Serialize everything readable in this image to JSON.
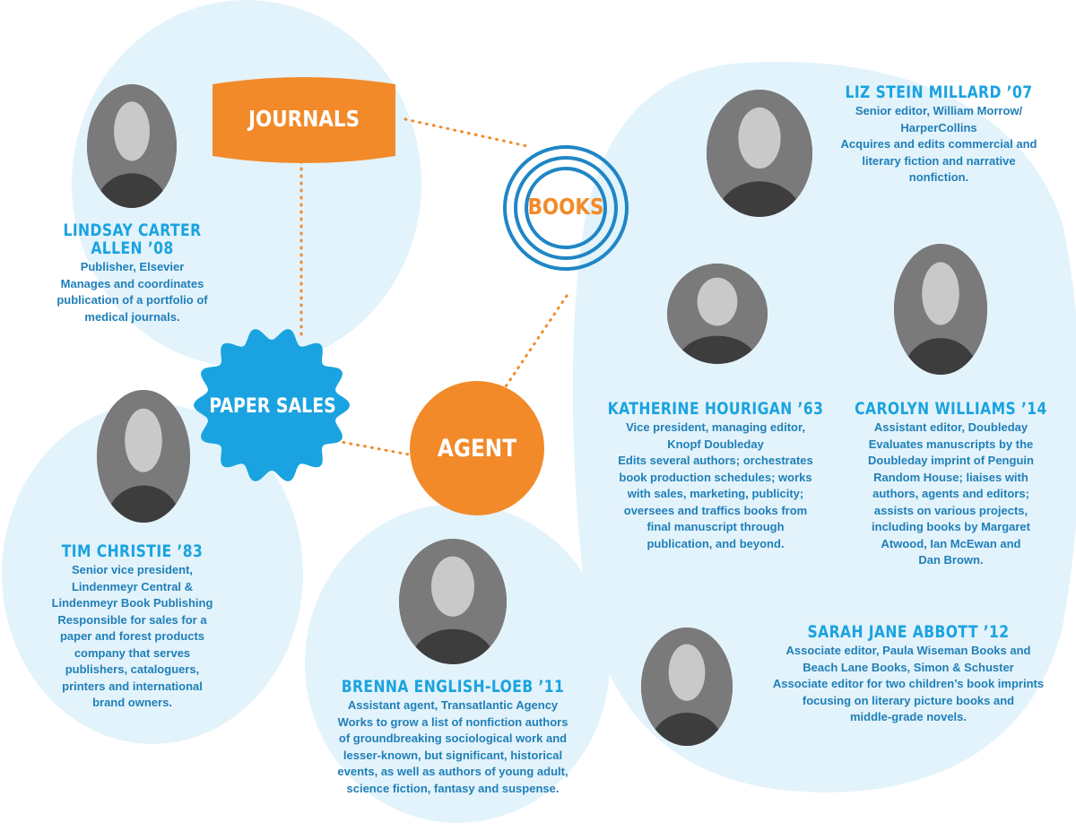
{
  "hubs": {
    "journals": "JOURNALS",
    "books": "BOOKS",
    "paper_sales": "PAPER SALES",
    "agent": "AGENT"
  },
  "colors": {
    "orange": "#f28a2a",
    "blue": "#1aa3e0",
    "light_blue": "#e3f3fb",
    "dark_blue": "#1f7fb8"
  },
  "people": {
    "lindsay": {
      "name": [
        "LINDSAY CARTER",
        "ALLEN ’08"
      ],
      "lines": [
        "Publisher, Elsevier",
        "Manages and coordinates",
        "publication of a portfolio of",
        "medical journals."
      ]
    },
    "liz": {
      "name": [
        "LIZ STEIN MILLARD ’07"
      ],
      "lines": [
        "Senior editor, William Morrow/",
        "HarperCollins",
        "Acquires and edits commercial and",
        "literary fiction and narrative",
        "nonfiction."
      ]
    },
    "katherine": {
      "name": [
        "KATHERINE HOURIGAN ’63"
      ],
      "lines": [
        "Vice president, managing editor,",
        "Knopf Doubleday",
        "Edits several authors; orchestrates",
        "book production schedules; works",
        "with sales, marketing, publicity;",
        "oversees and traffics books from",
        "final manuscript through",
        "publication, and beyond."
      ]
    },
    "carolyn": {
      "name": [
        "CAROLYN WILLIAMS ’14"
      ],
      "lines": [
        "Assistant editor, Doubleday",
        "Evaluates manuscripts by the",
        "Doubleday imprint of Penguin",
        "Random House; liaises with",
        "authors, agents and editors;",
        "assists on various projects,",
        "including books by Margaret",
        "Atwood, Ian McEwan and",
        "Dan Brown."
      ]
    },
    "tim": {
      "name": [
        "TIM CHRISTIE ’83"
      ],
      "lines": [
        "Senior vice president,",
        "Lindenmeyr Central &",
        "Lindenmeyr Book Publishing",
        "Responsible for sales for a",
        "paper and forest products",
        "company that serves",
        "publishers, cataloguers,",
        "printers and international",
        "brand owners."
      ]
    },
    "brenna": {
      "name": [
        "BRENNA ENGLISH-LOEB ’11"
      ],
      "lines": [
        "Assistant agent, Transatlantic Agency",
        "Works to grow a list of nonfiction authors",
        "of groundbreaking sociological work and",
        "lesser-known, but significant, historical",
        "events, as well as authors of young adult,",
        "science fiction, fantasy and suspense."
      ]
    },
    "sarah": {
      "name": [
        "SARAH JANE ABBOTT ’12"
      ],
      "lines": [
        "Associate editor, Paula Wiseman Books and",
        "Beach Lane Books, Simon & Schuster",
        "Associate editor for two children’s book imprints",
        "focusing on literary picture books and",
        "middle-grade novels."
      ]
    }
  }
}
